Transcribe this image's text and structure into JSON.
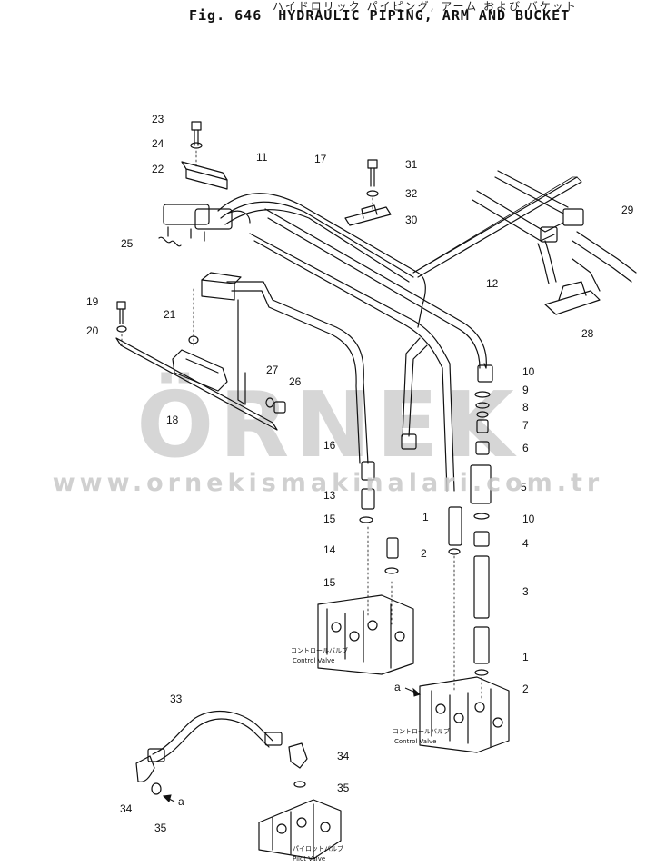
{
  "header": {
    "title_jp": "ハイドロリック パイピング, アーム および バケット",
    "figure_no": "Fig. 646",
    "title": "HYDRAULIC PIPING, ARM AND BUCKET"
  },
  "watermark": {
    "logo": "ÖRNEK",
    "url": "www.ornekismakinalari.com.tr",
    "color": "#d0d0d0"
  },
  "labels": {
    "control_valve_jp": "コントロールバルブ",
    "control_valve": "Control Valve",
    "pilot_valve_jp": "パイロットバルブ",
    "pilot_valve": "Pilot Valve",
    "ref_a": "a"
  },
  "callouts": [
    "23",
    "24",
    "22",
    "11",
    "17",
    "31",
    "32",
    "30",
    "29",
    "25",
    "12",
    "19",
    "20",
    "21",
    "28",
    "10",
    "9",
    "8",
    "7",
    "27",
    "26",
    "18",
    "6",
    "16",
    "13",
    "15",
    "14",
    "15",
    "5",
    "1",
    "10",
    "2",
    "4",
    "3",
    "1",
    "2",
    "33",
    "34",
    "35",
    "34",
    "35"
  ]
}
